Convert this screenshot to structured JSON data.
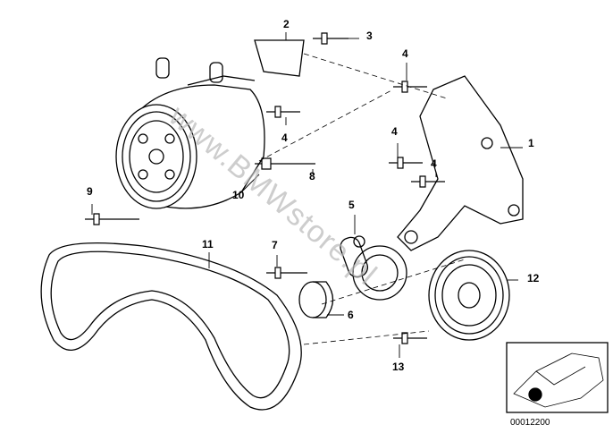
{
  "diagram": {
    "callouts": [
      "1",
      "2",
      "3",
      "4",
      "4",
      "4",
      "4",
      "5",
      "6",
      "7",
      "8",
      "9",
      "10",
      "11",
      "12",
      "13"
    ],
    "watermark": "www.BMWstore.pl",
    "inset_code": "00012200",
    "line_color": "#000000",
    "watermark_color": "#b8b8b8"
  }
}
